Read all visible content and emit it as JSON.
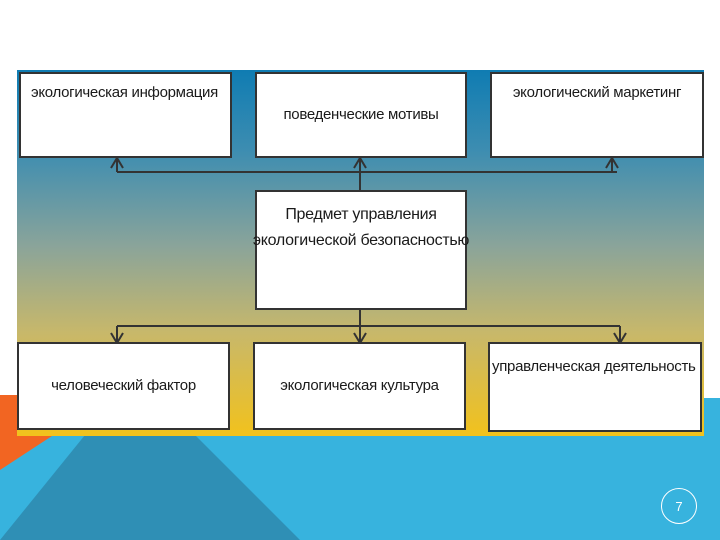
{
  "diagram": {
    "boxes": {
      "eco_info": "экологическая информация",
      "behavior_motives": "поведенческие мотивы",
      "eco_marketing": "экологический маркетинг",
      "subject_line1": "Предмет управления",
      "subject_line2": "экологической безопасностью",
      "human_factor": "человеческий фактор",
      "eco_culture": "экологическая культура",
      "management_activity": "управленческая деятельность"
    }
  },
  "slide": {
    "page_number": "7"
  },
  "colors": {
    "background": "#ffffff",
    "orange_accent": "#f26522",
    "blue_accent": "#37b3de",
    "dark_blue_accent": "#2f8fb5",
    "panel_top": "#0f7cb2",
    "panel_bottom": "#f2c21c"
  }
}
